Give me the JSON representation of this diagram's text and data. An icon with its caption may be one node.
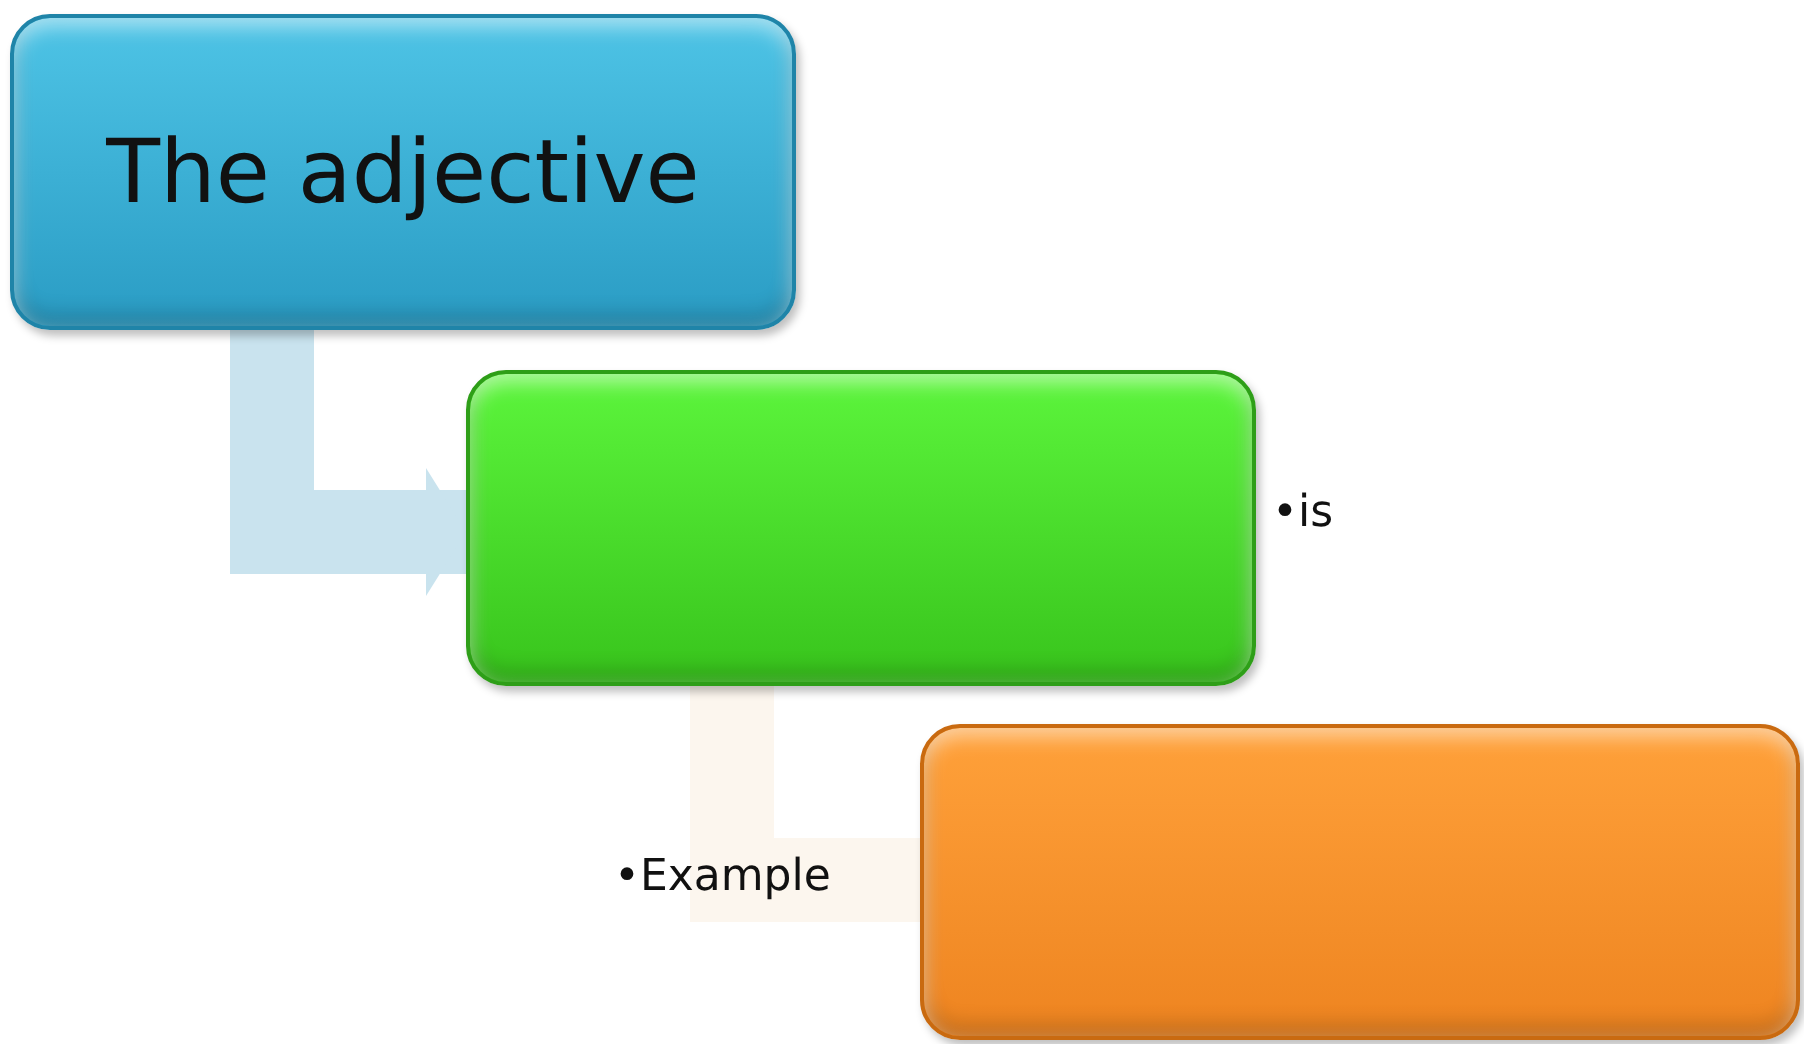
{
  "diagram": {
    "nodes": [
      {
        "text": [
          "The adjective"
        ]
      },
      {
        "text": [],
        "shape": "box",
        "beside": [
          "•is"
        ]
      },
      {
        "text": [],
        "shape": "box",
        "beside": [
          "•Example"
        ]
      }
    ],
    "edges": [
      {
        "from": 0,
        "to": 1,
        "arrow": "to",
        "color": "#c9e3ee"
      },
      {
        "from": 1,
        "to": 2,
        "arrow": "none",
        "color": "#fcf6ee"
      }
    ]
  }
}
